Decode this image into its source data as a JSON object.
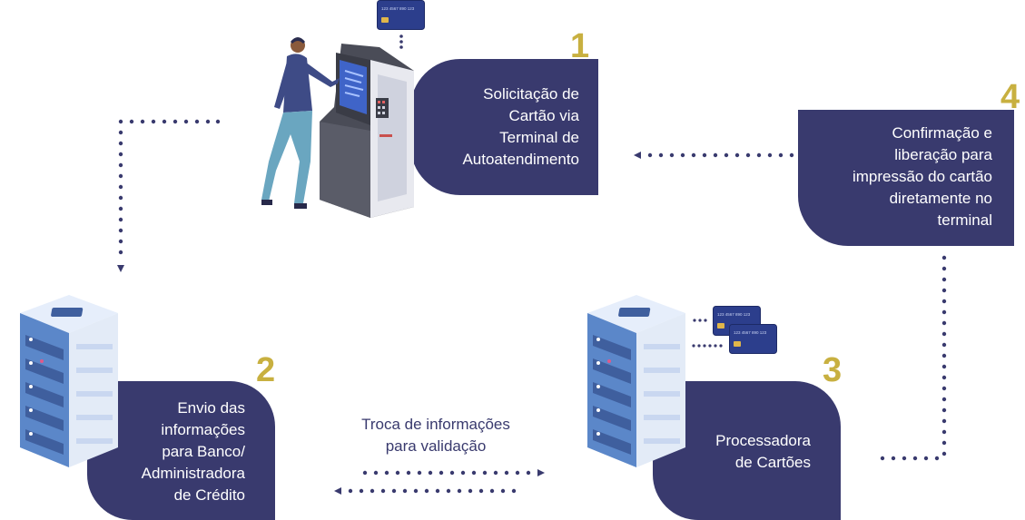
{
  "steps": [
    {
      "number": "1",
      "lines": [
        "Solicitação de",
        "Cartão via",
        "Terminal de",
        "Autoatendimento"
      ]
    },
    {
      "number": "2",
      "lines": [
        "Envio das",
        "informações",
        "para Banco/",
        "Administradora",
        "de Crédito"
      ]
    },
    {
      "number": "3",
      "lines": [
        "Processadora",
        "de Cartões"
      ]
    },
    {
      "number": "4",
      "lines": [
        "Confirmação e",
        "liberação para",
        "impressão do cartão",
        "diretamente no",
        "terminal"
      ]
    }
  ],
  "exchange_caption": [
    "Troca de informações",
    "para validação"
  ],
  "card_number_text": "123 4567 890 123",
  "colors": {
    "box": "#393a6e",
    "accent_number": "#c8b040",
    "dots": "#393a6e",
    "card": "#2c3e8c",
    "server_blue": "#5b87c9"
  }
}
